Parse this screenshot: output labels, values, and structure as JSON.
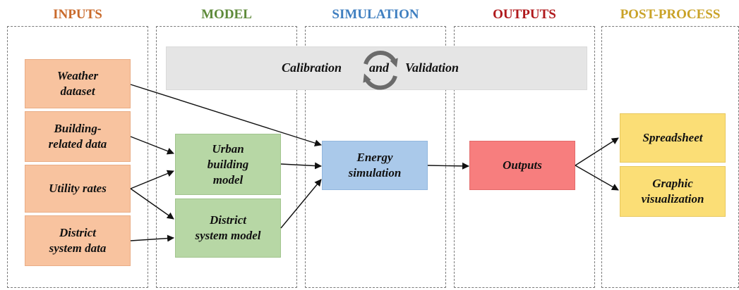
{
  "columns": [
    {
      "label": "INPUTS",
      "color": "#c96a2b"
    },
    {
      "label": "MODEL",
      "color": "#5e8a3a"
    },
    {
      "label": "SIMULATION",
      "color": "#3f7fc0"
    },
    {
      "label": "OUTPUTS",
      "color": "#b0191c"
    },
    {
      "label": "POST-PROCESS",
      "color": "#c9a227"
    }
  ],
  "calibration": {
    "left": "Calibration",
    "middle": "and",
    "right": "Validation",
    "icon": "cycle-arrows-icon"
  },
  "inputs": [
    "Weather\ndataset",
    "Building-\nrelated data",
    "Utility rates",
    "District\nsystem data"
  ],
  "models": [
    "Urban\nbuilding\nmodel",
    "District\nsystem model"
  ],
  "simulation": "Energy\nsimulation",
  "outputs": "Outputs",
  "post_process": [
    "Spreadsheet",
    "Graphic\nvisualization"
  ]
}
